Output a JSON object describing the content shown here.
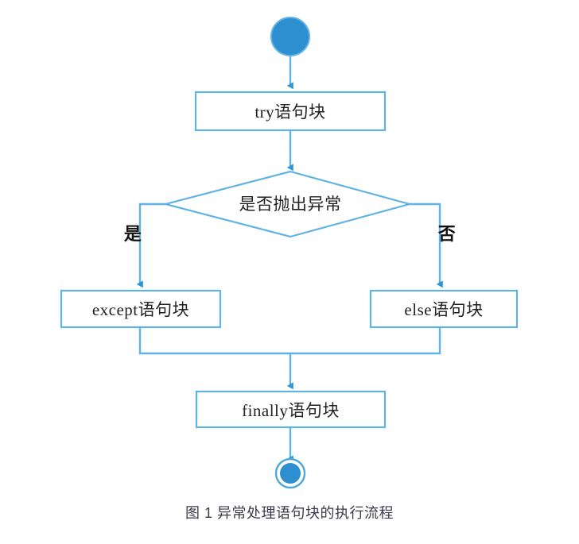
{
  "figure": {
    "caption": "图 1 异常处理语句块的执行流程",
    "title": "异常处理语句块的执行流程"
  },
  "colors": {
    "line": "#5fb4e5",
    "arrow": "#2e94d4",
    "box_border": "#5fb4e5",
    "box_fill": "#ffffff",
    "node_fill": "#2e8fd0",
    "node_ring": "#4fa8dc",
    "background": "#ffffff",
    "text": "#222222",
    "caption_text": "#3a3a4a"
  },
  "nodes": [
    {
      "id": "start",
      "type": "start-node",
      "label": ""
    },
    {
      "id": "try",
      "type": "process-box",
      "label": "try语句块"
    },
    {
      "id": "decide",
      "type": "decision",
      "label": "是否抛出异常"
    },
    {
      "id": "except",
      "type": "process-box",
      "label": "except语句块"
    },
    {
      "id": "else",
      "type": "process-box",
      "label": "else语句块"
    },
    {
      "id": "finally",
      "type": "process-box",
      "label": "finally语句块"
    },
    {
      "id": "end",
      "type": "end-node",
      "label": ""
    }
  ],
  "edges": [
    {
      "from": "start",
      "to": "try",
      "label": ""
    },
    {
      "from": "try",
      "to": "decide",
      "label": ""
    },
    {
      "from": "decide",
      "to": "except",
      "label": "是"
    },
    {
      "from": "decide",
      "to": "else",
      "label": "否"
    },
    {
      "from": "except",
      "to": "finally",
      "label": ""
    },
    {
      "from": "else",
      "to": "finally",
      "label": ""
    },
    {
      "from": "finally",
      "to": "end",
      "label": ""
    }
  ],
  "branch_labels": {
    "yes": "是",
    "no": "否"
  }
}
